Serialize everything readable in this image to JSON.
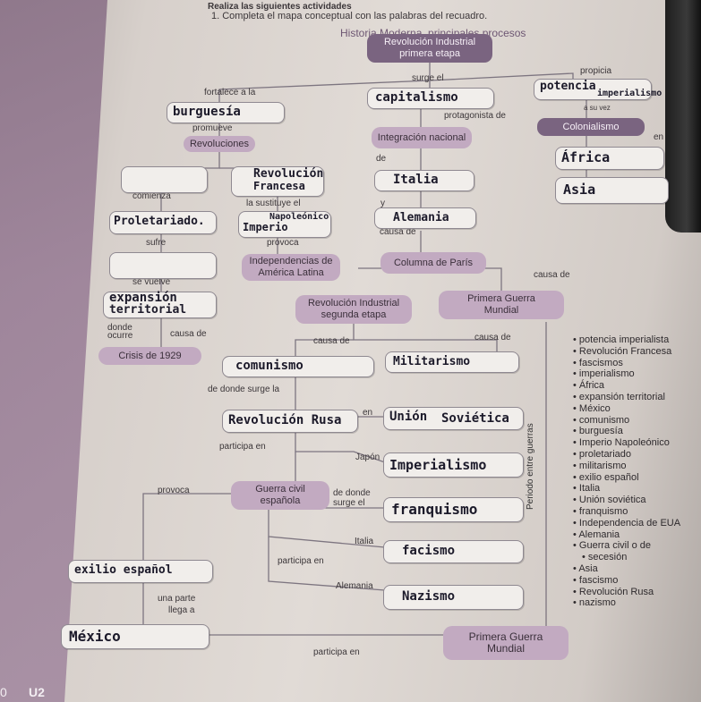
{
  "header": {
    "instruction": "Realiza las siguientes actividades",
    "task": "1. Completa el mapa conceptual con las palabras del recuadro.",
    "subtitle": "Historia Moderna, principales procesos",
    "main_l1": "Revolución Industrial",
    "main_l2": "primera etapa"
  },
  "connectors": {
    "surge_el": "surge el",
    "propicia": "propicia",
    "fortalece": "fortalece a la",
    "protagonista": "protagonista de",
    "promueve": "promueve",
    "a_su_vez": "a su vez",
    "en": "en",
    "de": "de",
    "y": "y",
    "comienza": "comienza",
    "sustituye": "la sustituye el",
    "sufre": "sufre",
    "provoca": "provoca",
    "causa_de_1": "causa de",
    "causa_de_2": "causa de",
    "se_vuelve": "se vuelve",
    "donde_ocurre": "donde ocurre",
    "causa_de_3": "causa de",
    "causa_de_4": "causa de",
    "causa_de_5": "causa de",
    "de_donde": "de donde surge la",
    "en2": "en",
    "participa_en": "participa en",
    "japon": "Japón",
    "provoca2": "provoca",
    "de_donde_surge": "de donde surge el",
    "italia": "Italia",
    "participa_en2": "participa en",
    "alemania": "Alemania",
    "una_parte": "una parte",
    "llega_a": "llega a",
    "participa_en3": "participa en",
    "periodo": "Periodo entre guerras"
  },
  "printed_boxes": {
    "revoluciones": "Revoluciones",
    "integracion": "Integración nacional",
    "colonialismo": "Colonialismo",
    "independencias_l1": "Independencias de",
    "independencias_l2": "América Latina",
    "columna": "Columna de París",
    "rev2_l1": "Revolución Industrial",
    "rev2_l2": "segunda etapa",
    "pg1_l1": "Primera Guerra",
    "pg1_l2": "Mundial",
    "crisis": "Crisis de 1929",
    "guerra_l1": "Guerra civil",
    "guerra_l2": "española",
    "pg2_l1": "Primera Guerra",
    "pg2_l2": "Mundial"
  },
  "handwritten": {
    "burguesia": "burguesía",
    "capitalismo": "capitalismo",
    "potencia": "potencia",
    "imperialismo": "imperialismo",
    "africa": "África",
    "asia": "Asia",
    "revolucion_francesa_l1": "Revolución",
    "revolucion_francesa_l2": "Francesa",
    "italia": "Italia",
    "proletariado": "Proletariado.",
    "imperio_l1": "Napoleónico",
    "imperio_l2": "Imperio",
    "alemania": "Alemania",
    "expansion_l1": "expansión",
    "expansion_l2": "territorial",
    "comunismo": "comunismo",
    "militarismo": "Militarismo",
    "revolucion_rusa": "Revolución Rusa",
    "union": "Unión",
    "sovietica": "Soviética",
    "imperialismo2": "Imperialismo",
    "franquismo": "franquismo",
    "exilio": "exilio español",
    "facismo": "facismo",
    "nazismo": "Nazismo",
    "mexico": "México"
  },
  "word_bank": [
    "potencia imperialista",
    "Revolución Francesa",
    "fascismos",
    "imperialismo",
    "África",
    "expansión territorial",
    "México",
    "comunismo",
    "burguesía",
    "Imperio Napoleónico",
    "proletariado",
    "militarismo",
    "exilio español",
    "Italia",
    "Unión soviética",
    "franquismo",
    "Independencia de EUA",
    "Alemania",
    "Guerra civil o de",
    "secesión",
    "Asia",
    "fascismo",
    "Revolución Rusa",
    "nazismo"
  ],
  "footer": {
    "page": "0",
    "unit": "U2"
  }
}
